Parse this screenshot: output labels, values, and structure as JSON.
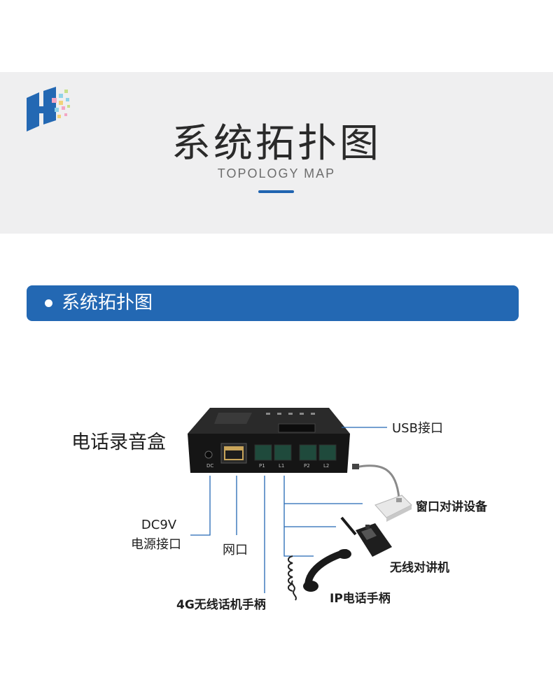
{
  "header": {
    "title": "系统拓扑图",
    "subtitle": "TOPOLOGY MAP"
  },
  "section": {
    "label": "系统拓扑图"
  },
  "diagram": {
    "device_name": "电话录音盒",
    "usb_port": "USB接口",
    "dc_label": "DC9V",
    "power_label": "电源接口",
    "network_label": "网口",
    "handset_4g": "4G无线话机手柄",
    "ip_handset": "IP电话手柄",
    "window_intercom": "窗口对讲设备",
    "wireless_radio": "无线对讲机",
    "port_dc": "DC",
    "port_p1": "P1",
    "port_l1": "L1",
    "port_p2": "P2",
    "port_l2": "L2"
  },
  "colors": {
    "brand_blue": "#2368b3",
    "header_bg": "#efeff0",
    "device_body": "#1b1b1b"
  }
}
